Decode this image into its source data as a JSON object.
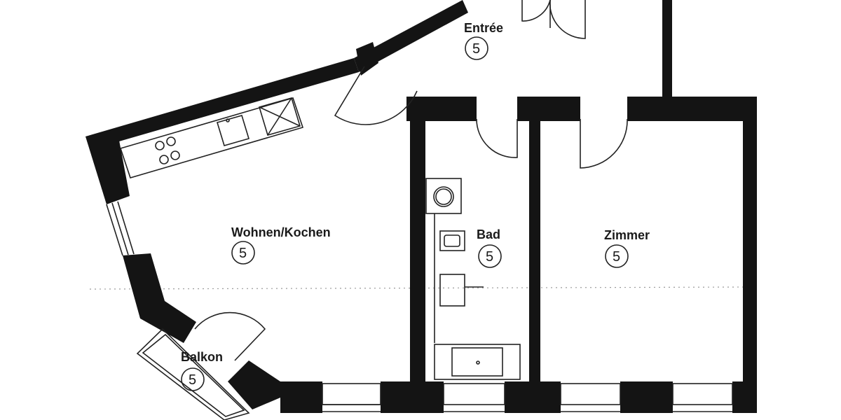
{
  "rooms": {
    "wohnen": {
      "label": "Wohnen/Kochen",
      "number": "5"
    },
    "entree": {
      "label": "Entrée",
      "number": "5"
    },
    "bad": {
      "label": "Bad",
      "number": "5"
    },
    "zimmer": {
      "label": "Zimmer",
      "number": "5"
    },
    "balkon": {
      "label": "Balkon",
      "number": "5"
    }
  }
}
